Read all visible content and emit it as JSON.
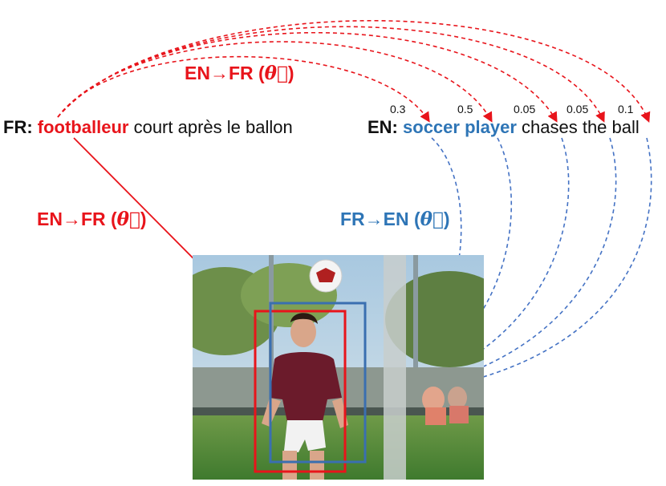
{
  "fr_sentence": {
    "label": "FR:",
    "keyword": "footballeur",
    "rest": "court après le ballon"
  },
  "en_sentence": {
    "label": "EN:",
    "keyword": "soccer player",
    "rest": "chases the ball"
  },
  "attention_probs": [
    "0.3",
    "0.5",
    "0.05",
    "0.05",
    "0.1"
  ],
  "direction_labels": {
    "top": {
      "text": "EN→FR (",
      "theta": "θ⃗",
      "close": ")"
    },
    "left": {
      "text": "EN→FR (",
      "theta": "θ⃗",
      "close": ")"
    },
    "right": {
      "text": "FR→EN (",
      "theta": "θ⃖",
      "close": ")"
    }
  },
  "colors": {
    "red": "#e8141b",
    "blue": "#2e75b6"
  },
  "photo": {
    "scene": "soccer player chasing ball on grass field",
    "boxes": [
      "red-box",
      "blue-box"
    ]
  }
}
